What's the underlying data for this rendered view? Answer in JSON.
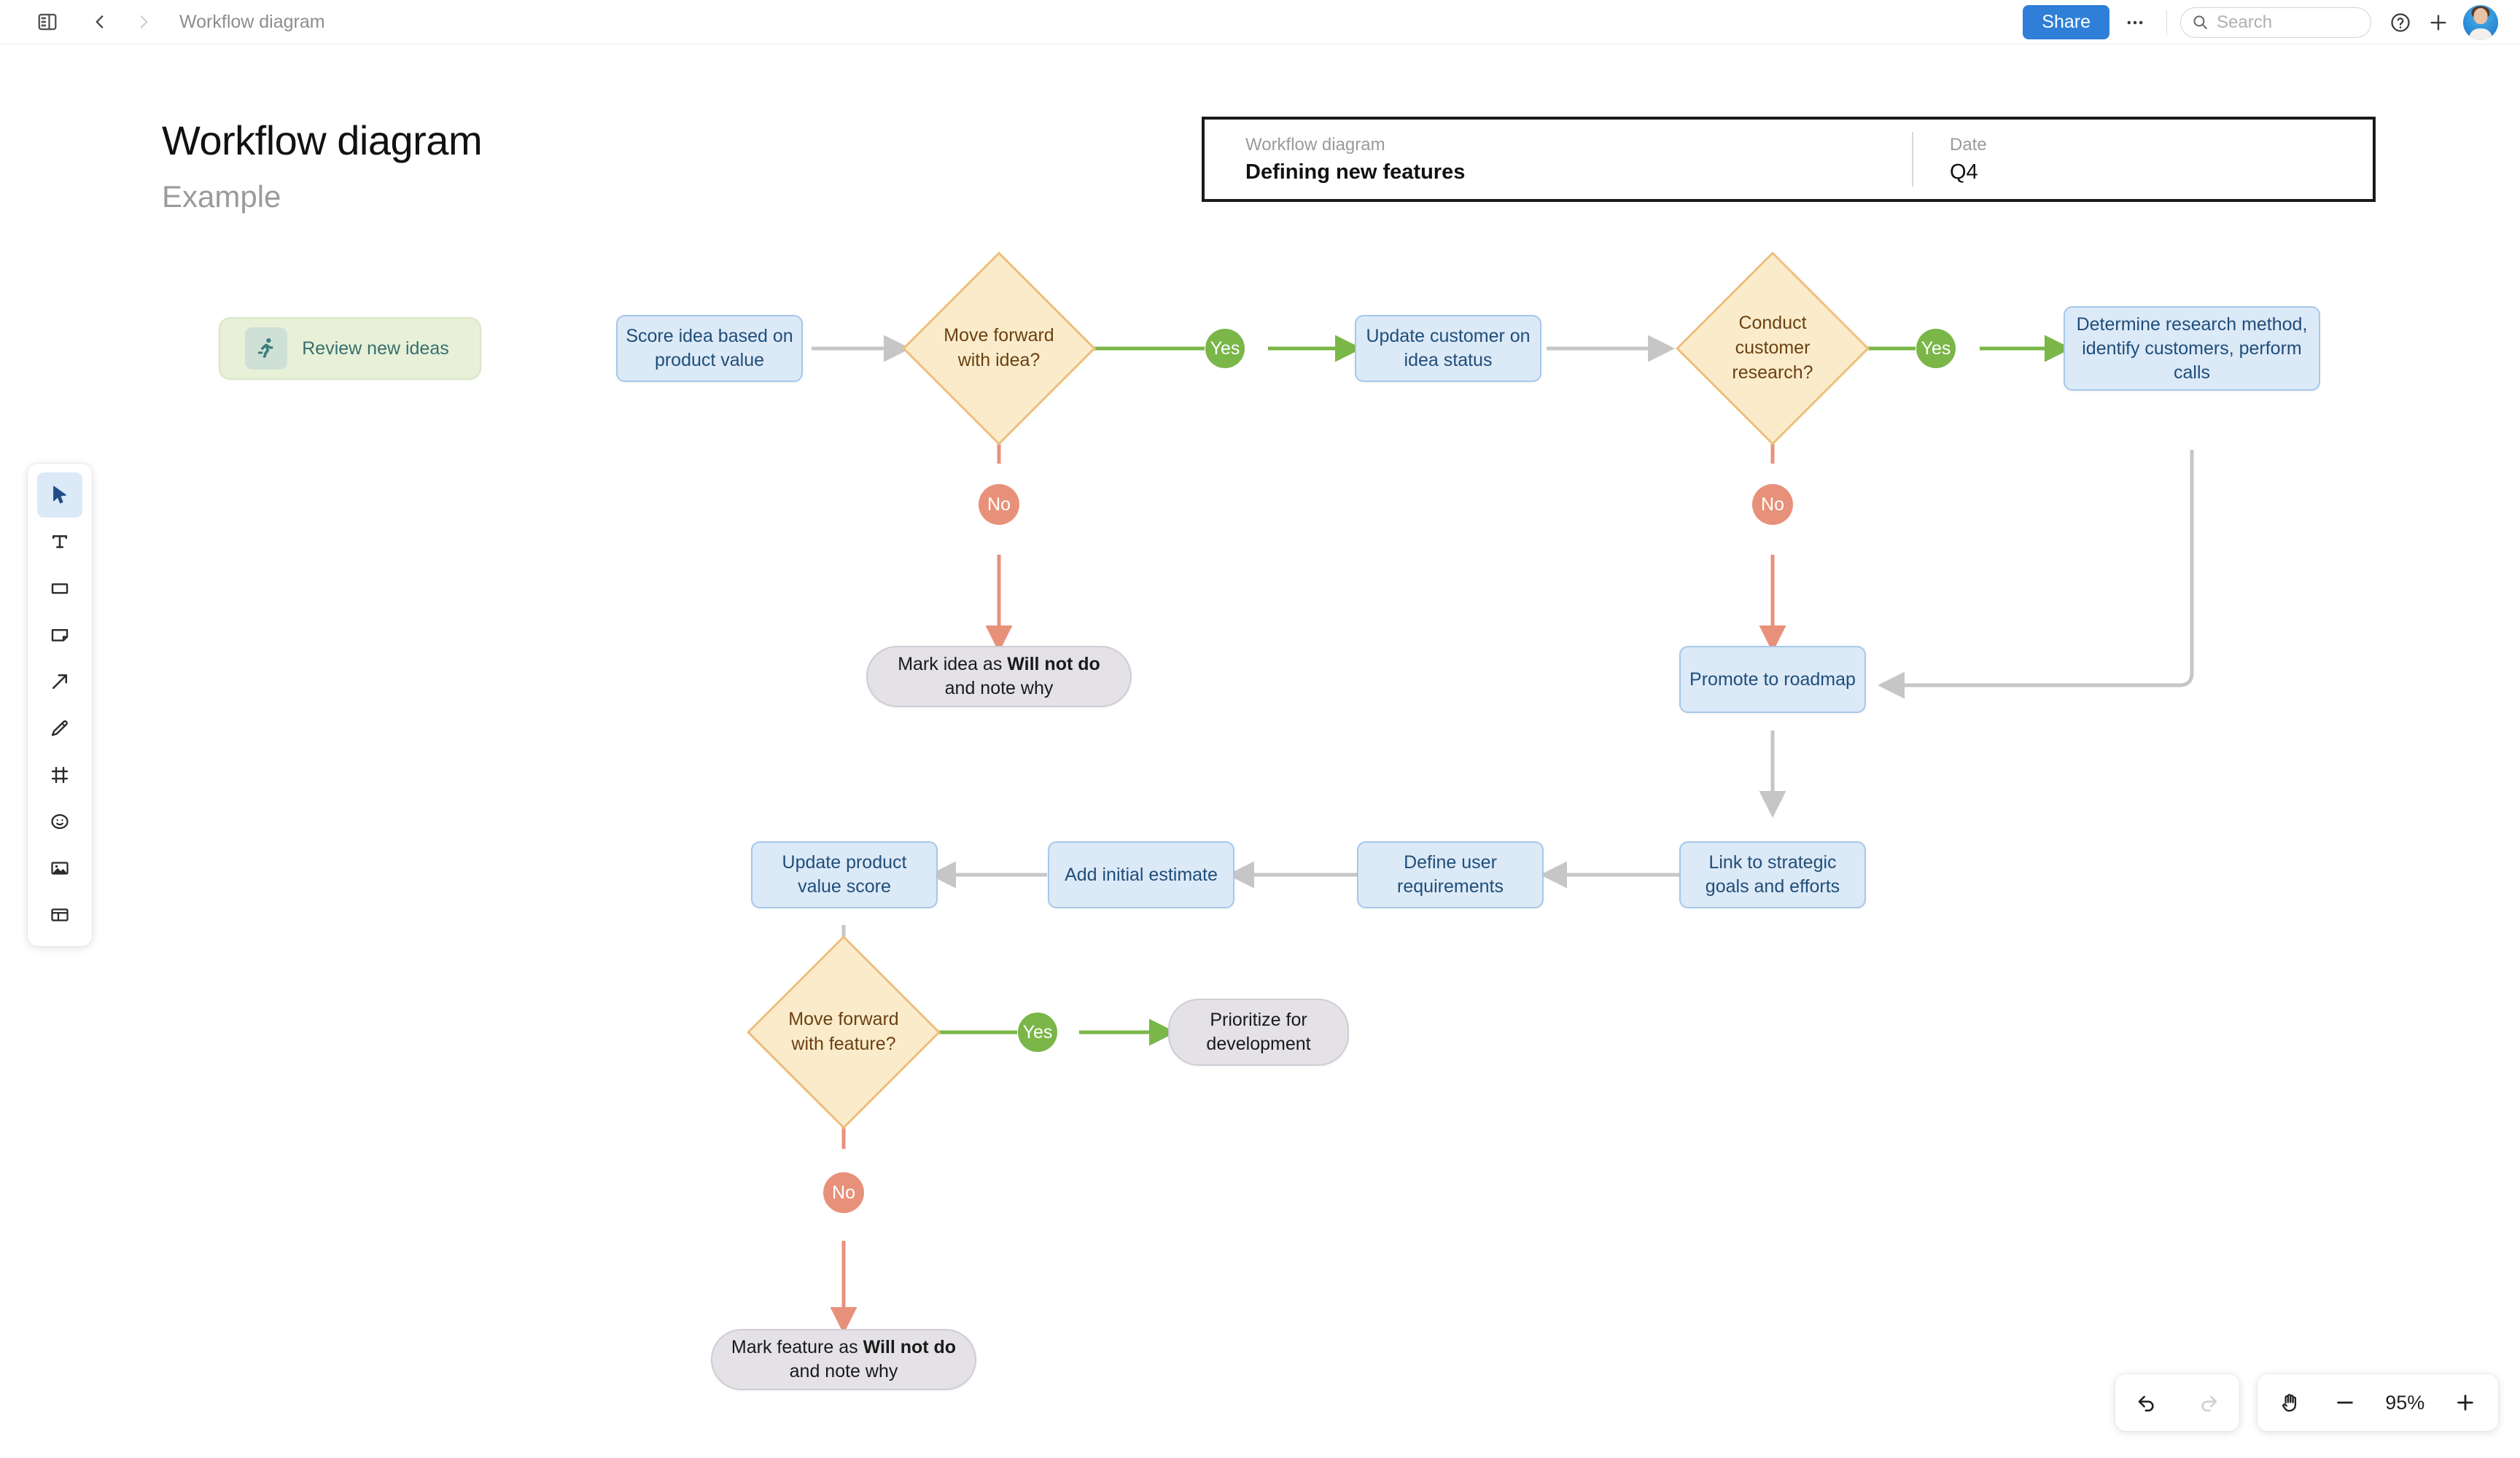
{
  "topbar": {
    "sidebar_toggle_icon": "panel-left-icon",
    "back_icon": "chevron-left-icon",
    "forward_icon": "chevron-right-icon",
    "breadcrumb": "Workflow diagram",
    "share_label": "Share",
    "more_icon": "ellipsis-icon",
    "search_icon": "search-icon",
    "search_placeholder": "Search",
    "help_icon": "question-circle-icon",
    "add_icon": "plus-icon",
    "avatar_icon": "user-avatar"
  },
  "toolbar": {
    "items": [
      {
        "name": "select-tool",
        "icon": "cursor-icon",
        "active": true
      },
      {
        "name": "text-tool",
        "icon": "text-icon",
        "active": false
      },
      {
        "name": "shape-tool",
        "icon": "rectangle-icon",
        "active": false
      },
      {
        "name": "sticky-note-tool",
        "icon": "sticky-note-icon",
        "active": false
      },
      {
        "name": "connector-tool",
        "icon": "arrow-icon",
        "active": false
      },
      {
        "name": "pen-tool",
        "icon": "pencil-icon",
        "active": false
      },
      {
        "name": "frame-tool",
        "icon": "frame-icon",
        "active": false
      },
      {
        "name": "emoji-tool",
        "icon": "smiley-icon",
        "active": false
      },
      {
        "name": "image-tool",
        "icon": "image-icon",
        "active": false
      },
      {
        "name": "template-tool",
        "icon": "template-icon",
        "active": false
      }
    ]
  },
  "page": {
    "title": "Workflow diagram",
    "subtitle": "Example"
  },
  "header_box": {
    "label_1": "Workflow diagram",
    "value_1": "Defining new features",
    "label_2": "Date",
    "value_2": "Q4"
  },
  "diagram": {
    "start_card": {
      "label": "Review new ideas",
      "icon": "running-person-icon"
    },
    "nodes": {
      "score_idea": "Score idea based on product value",
      "move_forward_idea": "Move forward with idea?",
      "update_customer": "Update customer on idea status",
      "conduct_research": "Conduct customer research?",
      "determine_research": "Determine research method, identify customers, perform calls",
      "mark_idea": {
        "pre": "Mark idea as ",
        "bold": "Will not do",
        "post": " and note why"
      },
      "promote_roadmap": "Promote to roadmap",
      "link_goals": "Link to strategic goals and efforts",
      "define_requirements": "Define user requirements",
      "add_estimate": "Add initial estimate",
      "update_score": "Update product value score",
      "move_forward_feature": "Move forward with feature?",
      "prioritize": "Prioritize for development",
      "mark_feature": {
        "pre": "Mark feature as ",
        "bold": "Will not do",
        "post": " and note why"
      }
    },
    "badges": {
      "yes": "Yes",
      "no": "No"
    },
    "colors": {
      "process_fill": "#dce9f7",
      "process_border": "#a6c8ea",
      "process_text": "#1f4e79",
      "decision_fill": "#faeccb",
      "decision_border": "#eebe7c",
      "decision_text": "#6b4113",
      "terminal_fill": "#e4e2e7",
      "yes_badge": "#7ab648",
      "no_badge": "#e8917a",
      "start_card_fill": "#e8f0d8",
      "connector_grey": "#c9c9c9",
      "connector_green": "#7ab648",
      "connector_red": "#e8917a",
      "accent_blue": "#2f7fd8"
    }
  },
  "bottom_controls": {
    "undo_icon": "undo-icon",
    "redo_icon": "redo-icon",
    "hand_icon": "hand-icon",
    "zoom_out_icon": "minus-icon",
    "zoom_level": "95%",
    "zoom_in_icon": "plus-icon"
  }
}
